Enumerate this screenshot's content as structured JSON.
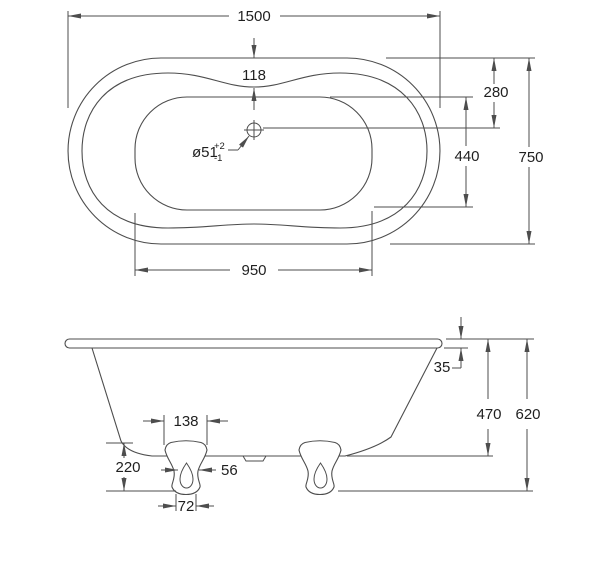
{
  "colors": {
    "line": "#4d4d4d",
    "text": "#1f1f1f",
    "background": "#ffffff"
  },
  "plan_view": {
    "dims": {
      "overall_length": "1500",
      "end_rim_width": "118",
      "edge_to_drain": "280",
      "basin_width": "440",
      "overall_width": "750",
      "basin_length": "950"
    },
    "drain": {
      "label": "ø51",
      "tol_plus": "+2",
      "tol_minus": "-1"
    }
  },
  "side_view": {
    "dims": {
      "rim_thickness": "35",
      "rim_to_base": "470",
      "overall_height": "620",
      "foot_top_width": "138",
      "foot_height": "220",
      "foot_waist_width": "56",
      "foot_base_width": "72"
    }
  }
}
